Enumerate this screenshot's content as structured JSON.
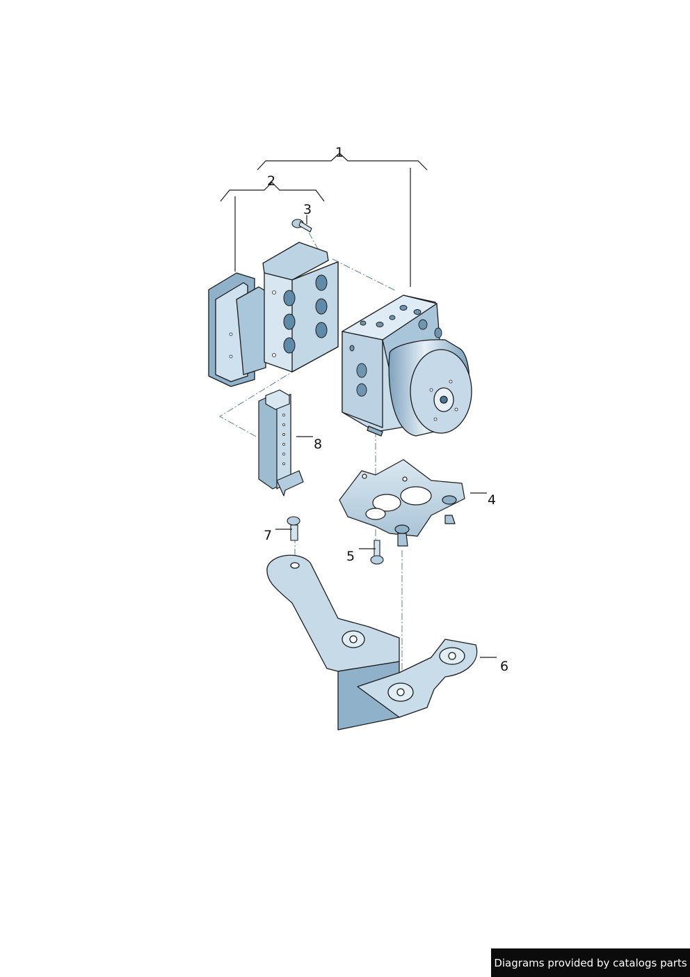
{
  "callouts": {
    "c1": "1",
    "c2": "2",
    "c3": "3",
    "c4": "4",
    "c5": "5",
    "c6": "6",
    "c7": "7",
    "c8": "8"
  },
  "credit": "Diagrams provided by catalogs parts",
  "colors": {
    "part_fill": "#cfe1ee",
    "part_shade": "#8fb1c9",
    "part_dark": "#5f8aa8",
    "outline": "#1a1a1a",
    "guide": "#5c7f99"
  }
}
